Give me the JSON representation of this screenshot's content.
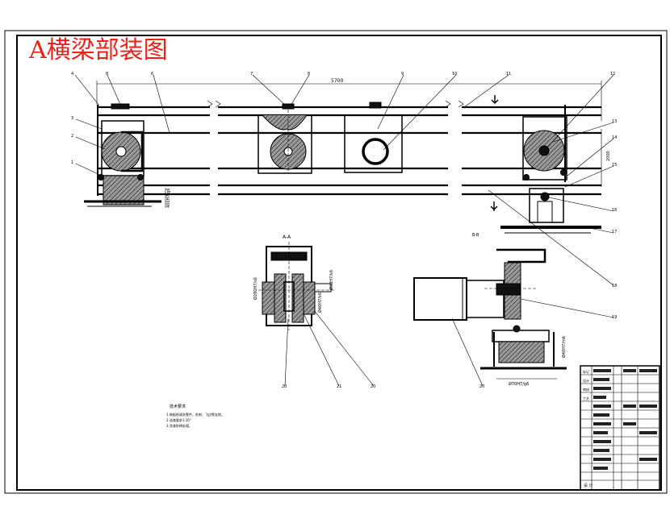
{
  "drawing": {
    "title": "A横梁部装图",
    "balloons": [
      "4",
      "8",
      "6",
      "7",
      "8",
      "9",
      "10",
      "11",
      "12",
      "3",
      "2",
      "1",
      "13",
      "14",
      "15",
      "16",
      "17",
      "18",
      "19",
      "20",
      "21",
      "20"
    ],
    "overall_dim": "5700",
    "height_dim": "2000",
    "dim_small_1": "400H7/g6",
    "dim_small_2": "Ø280H7/s6",
    "dim_small_3": "Ø40H7/k6",
    "dim_small_4": "Ø38H7/k6",
    "dim_small_5": "Ø70H7/g6",
    "dim_small_6": "Ø40H7/m6",
    "view_a": "A-A",
    "view_b": "B-B",
    "notes": {
      "heading": "技术要求",
      "lines": [
        "1.装配前清洗零件，毛刺、飞边等去除。",
        "2.油漆要求1:10°",
        "3.涂漆防锈处理。"
      ]
    }
  },
  "title_block": {
    "rows": [
      "标记",
      "设计",
      "审核",
      "工艺",
      "",
      "",
      "",
      "",
      "",
      "",
      "",
      "",
      "",
      ""
    ],
    "col2": [
      "",
      "",
      "",
      "",
      "",
      "",
      "",
      "",
      "",
      "",
      "",
      "",
      "",
      ""
    ],
    "bottom": [
      "设 计",
      "",
      "",
      "",
      "",
      ""
    ]
  }
}
